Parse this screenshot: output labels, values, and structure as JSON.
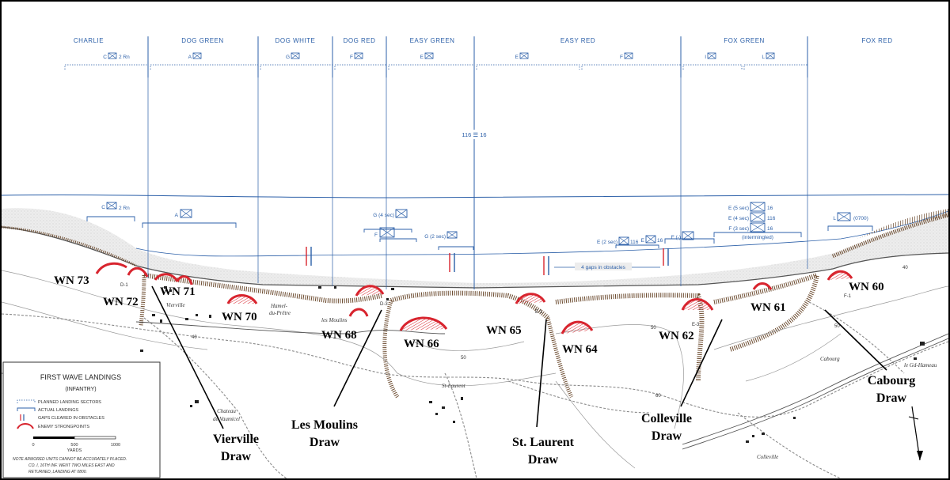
{
  "sectors": [
    {
      "label": "CHARLIE"
    },
    {
      "label": "DOG GREEN"
    },
    {
      "label": "DOG WHITE"
    },
    {
      "label": "DOG RED"
    },
    {
      "label": "EASY GREEN"
    },
    {
      "label": "EASY RED"
    },
    {
      "label": "FOX GREEN"
    },
    {
      "label": "FOX RED"
    }
  ],
  "planned_units": [
    {
      "label": "C",
      "suffix": "2 Rn"
    },
    {
      "label": "A",
      "suffix": ""
    },
    {
      "label": "G",
      "suffix": ""
    },
    {
      "label": "F",
      "suffix": ""
    },
    {
      "label": "E",
      "suffix": ""
    },
    {
      "label": "E",
      "suffix": ""
    },
    {
      "label": "F",
      "suffix": ""
    },
    {
      "label": "I",
      "suffix": ""
    },
    {
      "label": "L",
      "suffix": ""
    }
  ],
  "boundary_label": "116 ☰ 16",
  "actual_units": [
    {
      "label": "C",
      "suffix": "2 Rn"
    },
    {
      "label": "A",
      "suffix": ""
    },
    {
      "label": "G (4 sec)",
      "suffix": ""
    },
    {
      "label": "F",
      "suffix": ""
    },
    {
      "label": "G (2 sec)",
      "suffix": ""
    },
    {
      "label": "E (2 sec)",
      "suffix": "116"
    },
    {
      "label": "E",
      "suffix": "16"
    },
    {
      "label": "F (-)",
      "suffix": ""
    },
    {
      "label": "E (5 sec)",
      "suffix": "16"
    },
    {
      "label": "E (4 sec)",
      "suffix": "116"
    },
    {
      "label": "F (3 sec)",
      "suffix": "16"
    },
    {
      "label": "L",
      "suffix": "(0700)"
    }
  ],
  "intermingled_label": "(intermingled)",
  "gaps_label": "4 gaps in obstacles",
  "strongpoints": [
    "WN 73",
    "WN 72",
    "WN 71",
    "WN 70",
    "WN 68",
    "WN 66",
    "WN 65",
    "WN 64",
    "WN 62",
    "WN 61",
    "WN 60"
  ],
  "draws": [
    {
      "line1": "Vierville",
      "line2": "Draw"
    },
    {
      "line1": "Les Moulins",
      "line2": "Draw"
    },
    {
      "line1": "St. Laurent",
      "line2": "Draw"
    },
    {
      "line1": "Colleville",
      "line2": "Draw"
    },
    {
      "line1": "Cabourg",
      "line2": "Draw"
    }
  ],
  "towns": {
    "vierville": "Vierville",
    "hamel1": "Hamel-",
    "hamel2": "du-Prêtre",
    "moulins": "les Moulins",
    "stlaurent": "St-Laurent",
    "chateau1": "Chateau",
    "chateau2": "de Vaumicel",
    "cabourg": "Cabourg",
    "hameau": "le Gd-Hameau",
    "colleville": "Colleville"
  },
  "exit_labels": [
    "D-1",
    "D-3",
    "E-1",
    "E-3",
    "F-1"
  ],
  "contours": [
    "40",
    "50",
    "50",
    "60",
    "40",
    "50"
  ],
  "legend": {
    "title": "FIRST WAVE LANDINGS",
    "subtitle": "(INFANTRY)",
    "items": [
      "PLANNED LANDING SECTORS",
      "ACTUAL LANDINGS",
      "GAPS CLEARED IN OBSTACLES",
      "ENEMY STRONGPOINTS"
    ],
    "scale_ticks": [
      "0",
      "500",
      "1000"
    ],
    "scale_unit": "YARDS",
    "note1": "NOTE  ARMORED UNITS CANNOT BE ACCURATELY PLACED.",
    "note2": "CO. I, 16TH INF. WENT TWO MILES EAST AND",
    "note3": "RETURNED, LANDING AT 0800."
  },
  "colors": {
    "water_lines": "#2b5fa8",
    "strongpoint": "#d8242e",
    "beach_sand": "#e6e6e6",
    "bluff": "#6b4a2e",
    "roads": "#8a8a8a"
  }
}
